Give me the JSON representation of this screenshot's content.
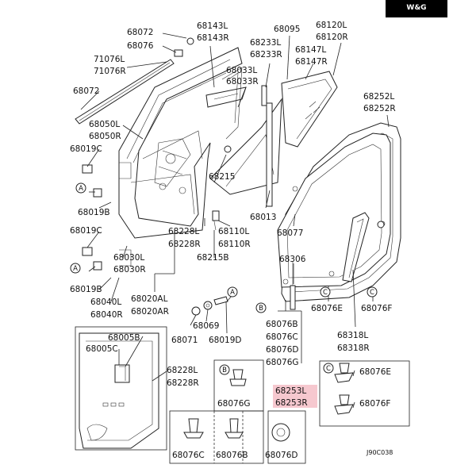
{
  "brand": "W&G",
  "diagram_code": "J90C038",
  "callouts": [
    "A",
    "B",
    "C"
  ],
  "labels": {
    "p68072a": "68072",
    "p68076a": "68076",
    "p71076L": "71076L",
    "p71076R": "71076R",
    "p68072b": "68072",
    "p68050L": "68050L",
    "p68050R": "68050R",
    "p68019C_a": "68019C",
    "p68019B_a": "68019B",
    "p68019C_b": "68019C",
    "p68019B_b": "68019B",
    "p68040L": "68040L",
    "p68040R": "68040R",
    "p68030L": "68030L",
    "p68030R": "68030R",
    "p68020AL": "68020AL",
    "p68020AR": "68020AR",
    "p68143L": "68143L",
    "p68143R": "68143R",
    "p68095": "68095",
    "p68233L": "68233L",
    "p68233R": "68233R",
    "p68120L": "68120L",
    "p68120R": "68120R",
    "p68147L": "68147L",
    "p68147R": "68147R",
    "p68033L": "68033L",
    "p68033R": "68033R",
    "p68252L": "68252L",
    "p68252R": "68252R",
    "p68215a": "68215",
    "p68013": "68013",
    "p68077": "68077",
    "p68228L_a": "68228L",
    "p68228R_a": "68228R",
    "p68110L": "68110L",
    "p68110R": "68110R",
    "p68215b": "68215B",
    "p68306": "68306",
    "p68076E_a": "68076E",
    "p68076F_a": "68076F",
    "p68076B_a": "68076B",
    "p68076C_a": "68076C",
    "p68076D_a": "68076D",
    "p68076G_a": "68076G",
    "p68318L": "68318L",
    "p68318R": "68318R",
    "p68069": "68069",
    "p68071": "68071",
    "p68019D": "68019D",
    "p68005B": "68005B",
    "p68005C": "68005C",
    "p68228L_b": "68228L",
    "p68228R_b": "68228R",
    "p68076G_b": "68076G",
    "p68253L": "68253L",
    "p68253R": "68253R",
    "p68076E_b": "68076E",
    "p68076F_b": "68076F",
    "p68076C_b": "68076C",
    "p68076B_b": "68076B",
    "p68076D_b": "68076D"
  }
}
